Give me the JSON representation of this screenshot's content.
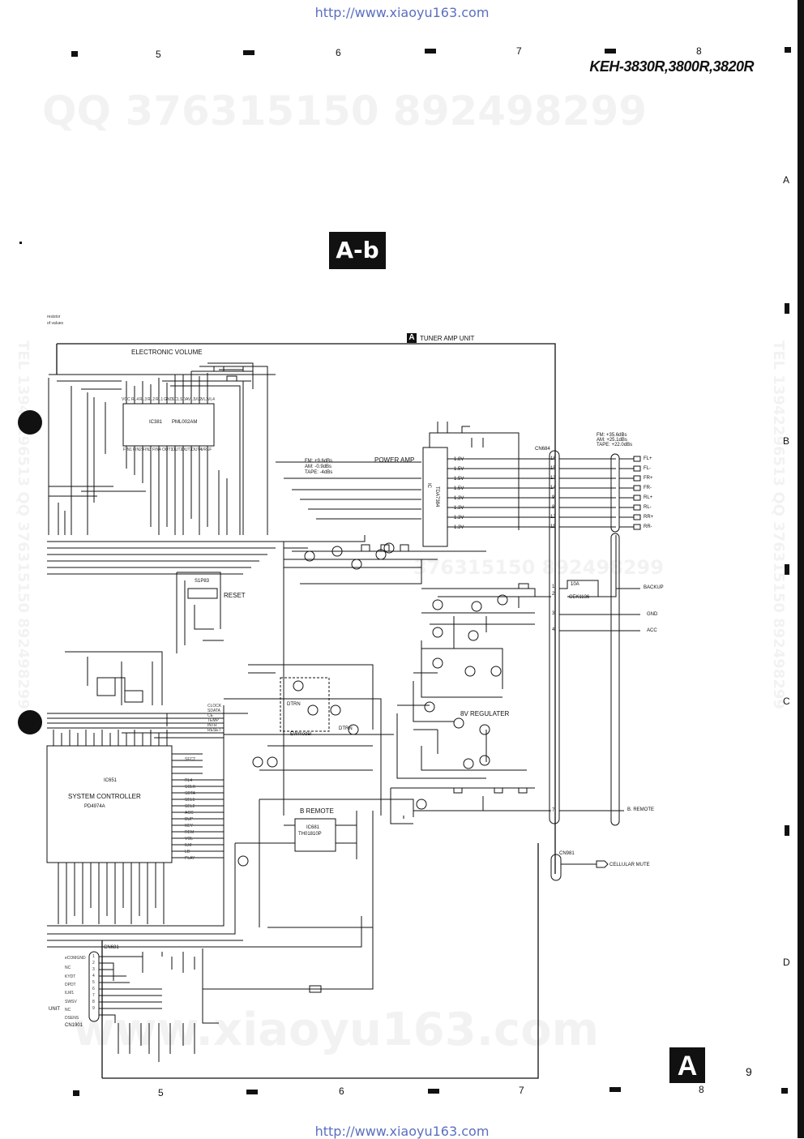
{
  "header": {
    "url_top": "http://www.xiaoyu163.com",
    "url_bottom": "http://www.xiaoyu163.com",
    "model": "KEH-3830R,3800R,3820R",
    "section_badge": "A-b",
    "page_badge": "A",
    "page_number": "9"
  },
  "columns_top": [
    "5",
    "6",
    "7",
    "8"
  ],
  "columns_bottom": [
    "5",
    "6",
    "7",
    "8"
  ],
  "rows": [
    "A",
    "B",
    "C",
    "D"
  ],
  "watermarks": {
    "qq": "QQ 376315150   892498299",
    "tel_left": "TEL 13942296513  QQ 376315150  892498299",
    "tel_right": "TEL 13942296513  QQ 376315150  892498299",
    "center": "376315150  892498299",
    "bottom": "www.xiaoyu163.com"
  },
  "notes": {
    "resistor": "resistor",
    "values": "of values"
  },
  "blocks": {
    "tuner_amp_badge": "A",
    "tuner_amp": "TUNER AMP UNIT",
    "electronic_volume": "ELECTRONIC VOLUME",
    "ic381": "IC381",
    "ic381_part": "PML002AM",
    "power_amp": "POWER AMP",
    "power_amp_levels": [
      "FM: +9.6dBs",
      "AM: -0.9dBs",
      "TAPE: -4dBs"
    ],
    "output_levels": [
      "FM: +35.6dBs",
      "AM: +25.1dBs",
      "TAPE: +22.0dBs"
    ],
    "cn684": "CN684",
    "ic": "IC",
    "tda": "TDA7384",
    "reset": "RESET",
    "s1p83": "S1P83",
    "system_controller": "SYSTEM CONTROLLER",
    "ic651": "IC651",
    "pd4974a": "PD4974A",
    "v8_regulater": "8V REGULATER",
    "b_remote": "B REMOTE",
    "ic_remote": "IC681",
    "ic_remote_part": "TH01810P",
    "ewmodel": "EWmodel",
    "cn681": "CN681",
    "cn1901": "CN1901",
    "unit": "UNIT",
    "cek1136": "CEK1136",
    "fuse": "10A",
    "cn981": "CN981",
    "dtr1": "DTRN",
    "dtr2": "DTRN"
  },
  "outputs": [
    "FL+",
    "FL-",
    "FR+",
    "FR-",
    "RL+",
    "RL-",
    "RR+",
    "RR-"
  ],
  "power_pins": [
    "BACKUP",
    "GND",
    "ACC",
    "B. REMOTE"
  ],
  "cellular_mute": "CELLULAR MUTE",
  "cn684_pins": [
    "18",
    "15",
    "13",
    "14",
    "9",
    "8",
    "12",
    "11",
    "1",
    "2",
    "3",
    "4",
    "7"
  ],
  "cn681_pins": [
    "1",
    "2",
    "3",
    "4",
    "5",
    "6",
    "7",
    "8",
    "9"
  ],
  "cn1901_labels": [
    "eCOMGND",
    "NC",
    "KYDT",
    "DPDT",
    "ILM1",
    "SWSV",
    "NC",
    "DSENS"
  ],
  "tda_pins": [
    "1.8V",
    "1.5V",
    "1.5V",
    "1.5V",
    "1.3V",
    "1.3V",
    "1.3V",
    "1.3V"
  ],
  "ic381_pins_top": [
    "VCC",
    "RL4",
    "RL3",
    "RL2",
    "RL1",
    "GND",
    "SCL",
    "SDA",
    "VL1",
    "VL2",
    "VL3",
    "VL4"
  ],
  "ic381_pins_bot": [
    "FIN1",
    "FIN2",
    "FIN3",
    "FIN4",
    "OUT1",
    "OUT2",
    "OUT3",
    "OUT4",
    "VREF"
  ],
  "sys_pins_right": [
    "SECT",
    "RL4",
    "SCLK",
    "SDTA",
    "SEL1",
    "SEL2",
    "ACC",
    "BUP",
    "KEY",
    "REM",
    "VOL",
    "ILM",
    "LD",
    "PLAY"
  ],
  "sys_pins_top": [
    "CLOCK",
    "SDATA",
    "CE",
    "TEMP",
    "INTR",
    "RESET"
  ]
}
